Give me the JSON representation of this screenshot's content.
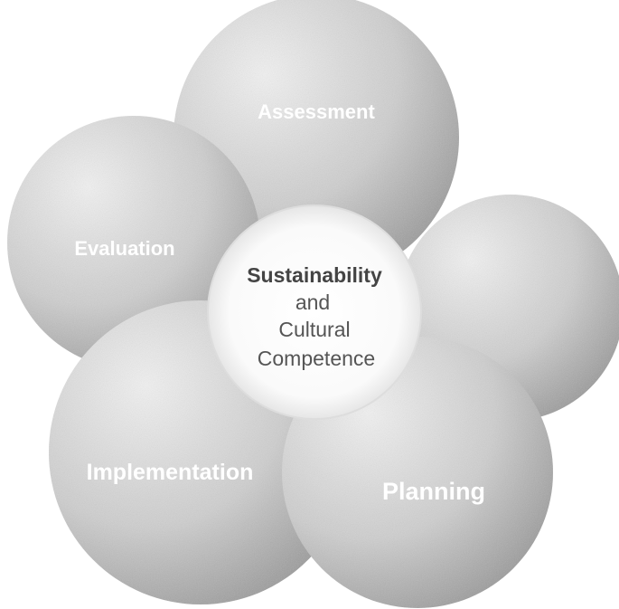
{
  "diagram": {
    "center": {
      "lines": [
        "Sustainability",
        "and",
        "Cultural",
        "Competence"
      ]
    },
    "petals": [
      {
        "id": "top",
        "label": "Assessment"
      },
      {
        "id": "right",
        "label": ""
      },
      {
        "id": "bottom-right",
        "label": "Planning"
      },
      {
        "id": "bottom-left",
        "label": "Implementation"
      },
      {
        "id": "left",
        "label": "Evaluation"
      }
    ],
    "colors": {
      "petal_light": "#f2f2f2",
      "petal_dark": "#8a8a8a",
      "label": "#ffffff",
      "center_bg": "#ffffff",
      "center_text": "#555555",
      "center_title": "#444444"
    }
  }
}
